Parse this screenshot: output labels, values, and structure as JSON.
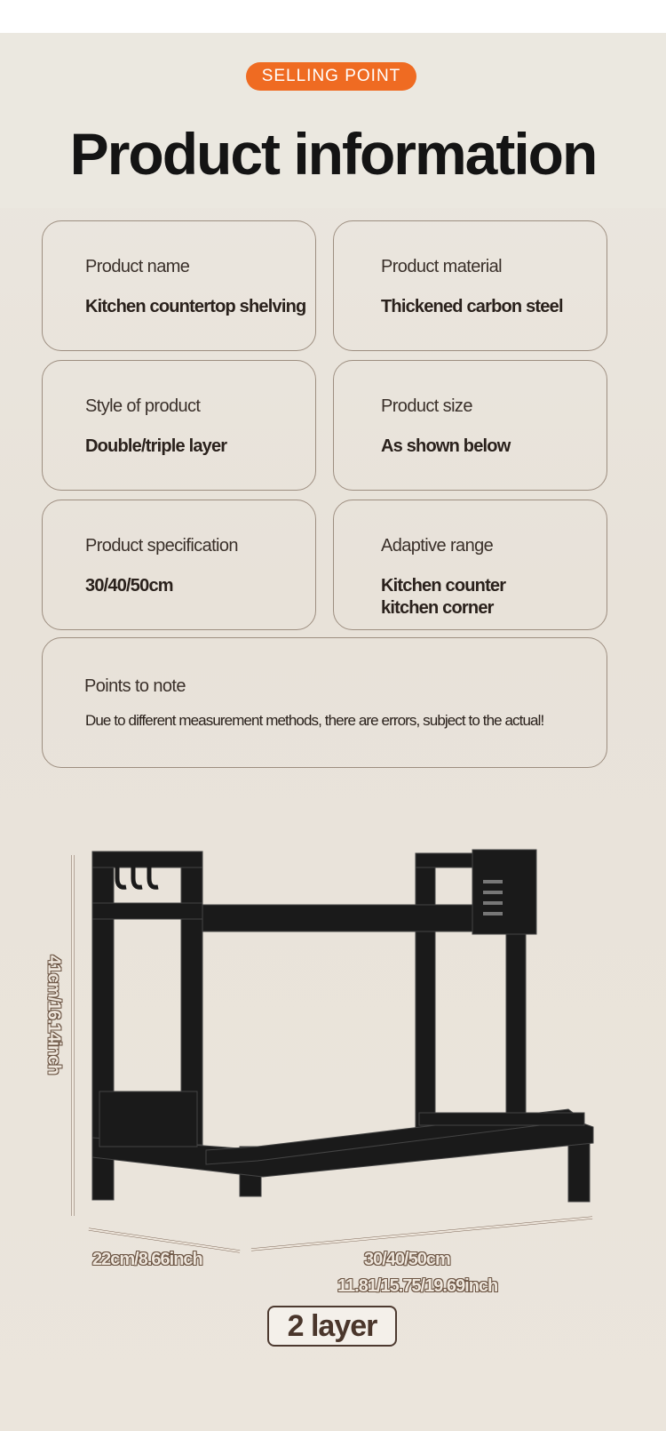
{
  "header": {
    "badge": "SELLING POINT",
    "title": "Product information"
  },
  "info": [
    {
      "label": "Product name",
      "value": "Kitchen countertop shelving"
    },
    {
      "label": "Product material",
      "value": "Thickened carbon steel"
    },
    {
      "label": "Style of product",
      "value": "Double/triple layer"
    },
    {
      "label": "Product size",
      "value": "As shown below"
    },
    {
      "label": "Product specification",
      "value": "30/40/50cm"
    },
    {
      "label": "Adaptive range",
      "value": "Kitchen counter\nkitchen corner"
    }
  ],
  "note": {
    "label": "Points to note",
    "value": "Due to different measurement methods, there are errors, subject to the actual!"
  },
  "dimensions": {
    "height": "41cm/16.14inch",
    "depth": "22cm/8.66inch",
    "width_cm": "30/40/50cm",
    "width_inch": "11.81/15.75/19.69inch"
  },
  "layer_label": "2 layer",
  "colors": {
    "accent": "#ef6b22",
    "rack": "#1a1a1a"
  }
}
